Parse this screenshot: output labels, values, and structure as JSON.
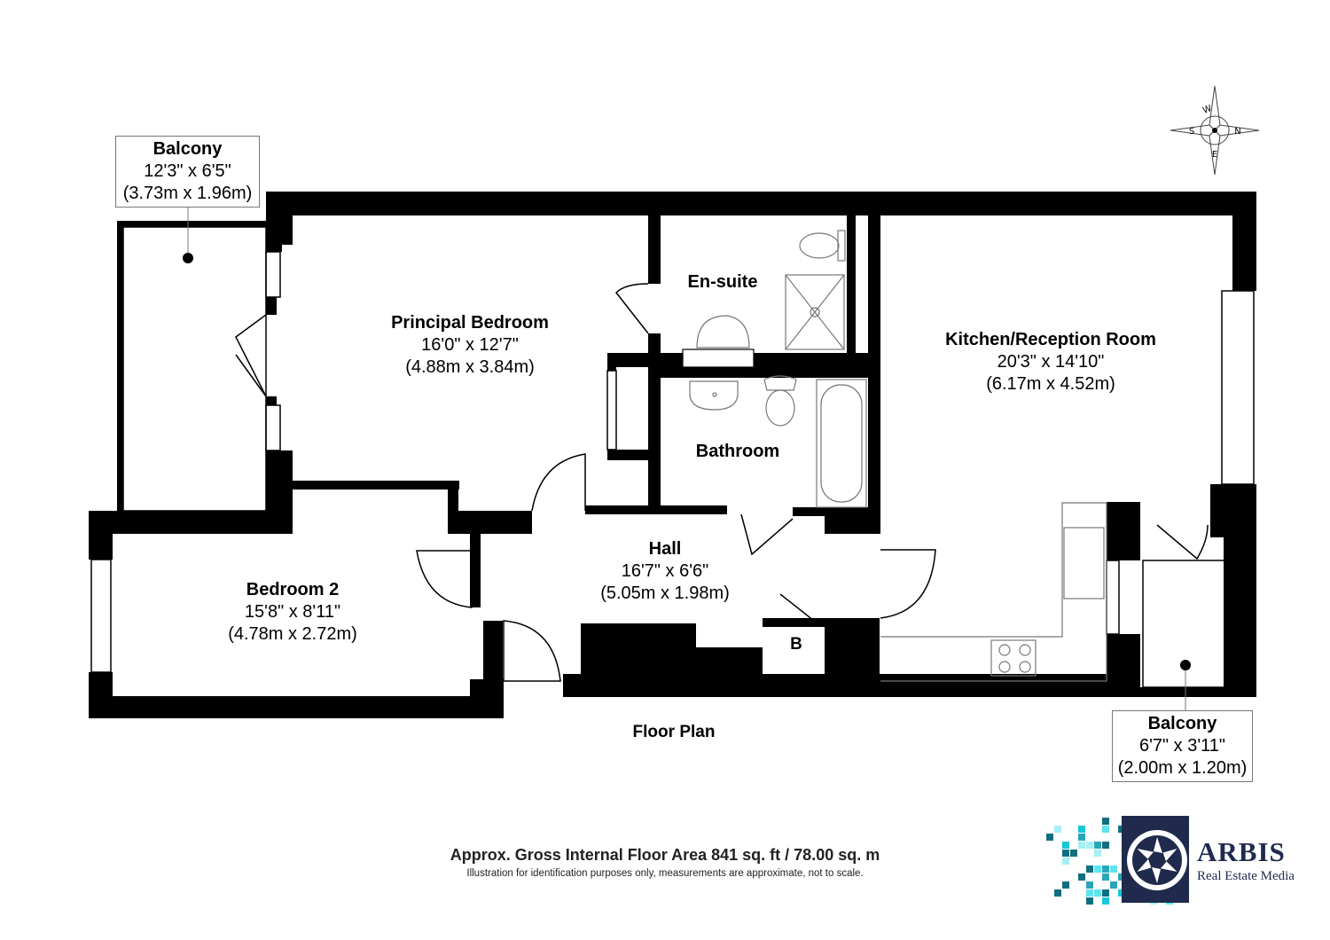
{
  "rooms": {
    "balcony_west": {
      "name": "Balcony",
      "imperial": "12'3\" x 6'5\"",
      "metric": "(3.73m x 1.96m)"
    },
    "principal_bedroom": {
      "name": "Principal Bedroom",
      "imperial": "16'0\" x 12'7\"",
      "metric": "(4.88m x 3.84m)"
    },
    "ensuite": {
      "name": "En-suite"
    },
    "bathroom": {
      "name": "Bathroom"
    },
    "kitchen": {
      "name": "Kitchen/Reception Room",
      "imperial": "20'3\" x 14'10\"",
      "metric": "(6.17m x 4.52m)"
    },
    "hall": {
      "name": "Hall",
      "imperial": "16'7\" x 6'6\"",
      "metric": "(5.05m x 1.98m)"
    },
    "bedroom2": {
      "name": "Bedroom 2",
      "imperial": "15'8\" x 8'11\"",
      "metric": "(4.78m x 2.72m)"
    },
    "balcony_east": {
      "name": "Balcony",
      "imperial": "6'7\" x 3'11\"",
      "metric": "(2.00m x 1.20m)"
    },
    "cupboard": {
      "name": "B"
    }
  },
  "plan_title": "Floor Plan",
  "compass": {
    "n": "N",
    "e": "E",
    "s": "S",
    "w": "W"
  },
  "footer": {
    "area": "Approx. Gross Internal Floor Area 841 sq. ft / 78.00 sq. m",
    "note": "Illustration for identification purposes only, measurements are approximate, not to scale."
  },
  "brand": {
    "name": "ARBIS",
    "tagline": "Real Estate Media",
    "colors": {
      "navy": "#1f2a4d",
      "cyan": "#19c7d8",
      "teal": "#0f6f80"
    }
  },
  "colors": {
    "wall": "#000000",
    "fixture": "#777777"
  }
}
